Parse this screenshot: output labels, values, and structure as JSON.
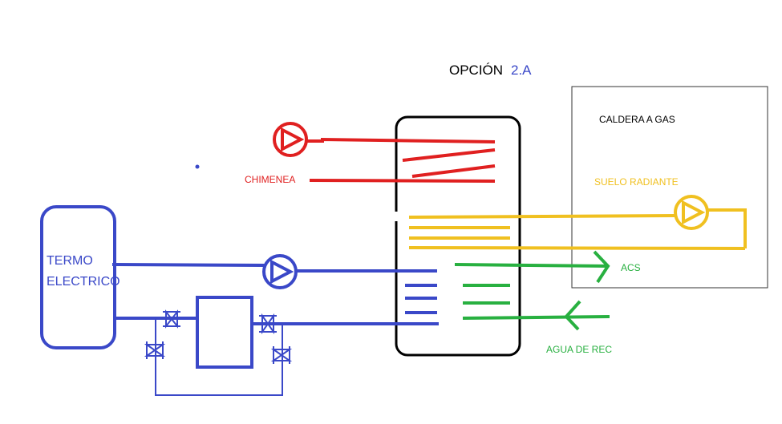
{
  "title": {
    "prefix": "OPCIÓN",
    "suffix": "2.A"
  },
  "labels": {
    "gas_boiler": "CALDERA A GAS",
    "fireplace": "CHIMENEA",
    "underfloor_heating": "SUELO RADIANTE",
    "dhw": "ACS",
    "return_water": "AGUA DE REC",
    "electric_heater_line1": "TERMO",
    "electric_heater_line2": "ELECTRICO"
  },
  "colors": {
    "fireplace_circuit": "#e02020",
    "underfloor_circuit": "#f0c020",
    "dhw_circuit": "#28b040",
    "electric_circuit": "#3a48c8",
    "tank_outline": "#000000",
    "boiler_box": "#333333",
    "title_text": "#000000",
    "title_accent": "#3a48c8"
  },
  "icons": {
    "pump": "pump-icon",
    "valve": "valve-icon",
    "arrow": "arrow-icon"
  }
}
